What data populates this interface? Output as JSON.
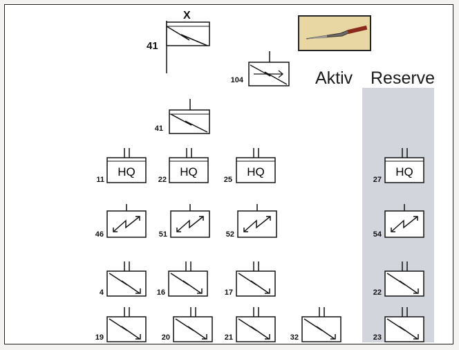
{
  "headers": {
    "active": "Aktiv",
    "reserve": "Reserve"
  },
  "top_unit": {
    "number": "41",
    "mark": "X"
  },
  "unit_104": {
    "number": "104"
  },
  "unit_41b": {
    "number": "41"
  },
  "hq_units": [
    "11",
    "22",
    "25"
  ],
  "hq_reserve": "27",
  "hq_label": "HQ",
  "signal_units": [
    "46",
    "51",
    "52"
  ],
  "signal_reserve": "54",
  "row4_units": [
    "4",
    "16",
    "17"
  ],
  "row4_reserve": "22",
  "row5_units": [
    "19",
    "20",
    "21",
    "32"
  ],
  "row5_reserve": "23",
  "colors": {
    "reserve_bg": "#d2d5dc",
    "arrow_box_bg": "#e8d6a3",
    "line": "#111111"
  },
  "icons": {
    "picture": "spear-icon"
  }
}
